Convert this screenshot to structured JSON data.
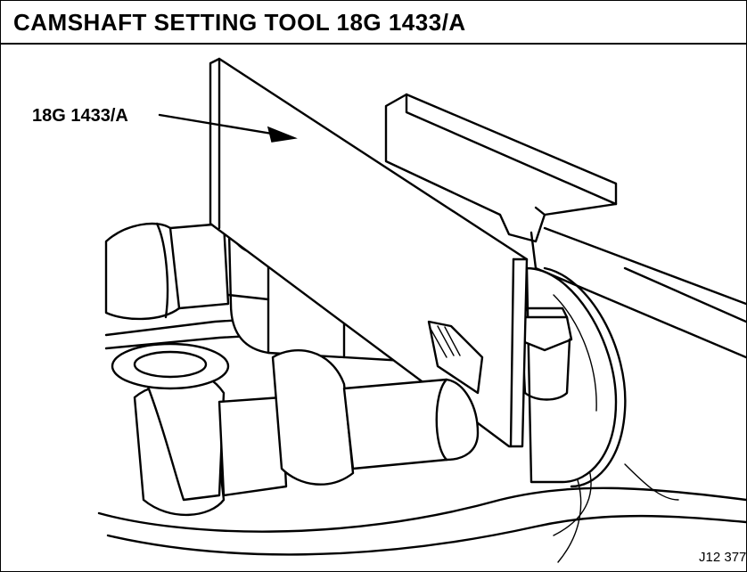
{
  "title": "CAMSHAFT SETTING TOOL 18G 1433/A",
  "callout": {
    "label": "18G 1433/A"
  },
  "reference_code": "J12 377"
}
